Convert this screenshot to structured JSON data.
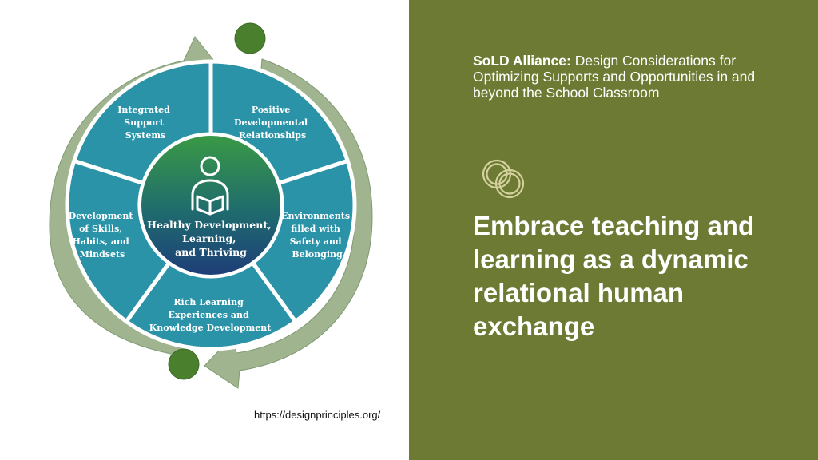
{
  "diagram": {
    "center": {
      "lines": [
        "Healthy Development,",
        "Learning,",
        "and Thriving"
      ]
    },
    "segments": [
      {
        "lines": [
          "Integrated",
          "Support",
          "Systems"
        ]
      },
      {
        "lines": [
          "Positive",
          "Developmental",
          "Relationships"
        ]
      },
      {
        "lines": [
          "Environments",
          "filled with",
          "Safety and",
          "Belonging"
        ]
      },
      {
        "lines": [
          "Rich Learning",
          "Experiences and",
          "Knowledge Development"
        ]
      },
      {
        "lines": [
          "Development",
          "of Skills,",
          "Habits, and",
          "Mindsets"
        ]
      }
    ],
    "icons": {
      "center": "person-reading-icon",
      "header": "interlocking-rings-icon"
    },
    "colors": {
      "segment": "#2a93a8",
      "center_top": "#3a9a44",
      "center_bottom": "#1e3d78",
      "arrow": "#9fb48f",
      "dot": "#4a7f2e",
      "panel": "#6c7a34",
      "rings": "#d4d29c"
    }
  },
  "source_url": "https://designprinciples.org/",
  "panel": {
    "subtitle_bold": "SoLD Alliance:",
    "subtitle_rest": " Design Considerations for Optimizing Supports and Opportunities in and beyond the School Classroom",
    "headline": "Embrace teaching and learning as a dynamic relational human exchange"
  }
}
